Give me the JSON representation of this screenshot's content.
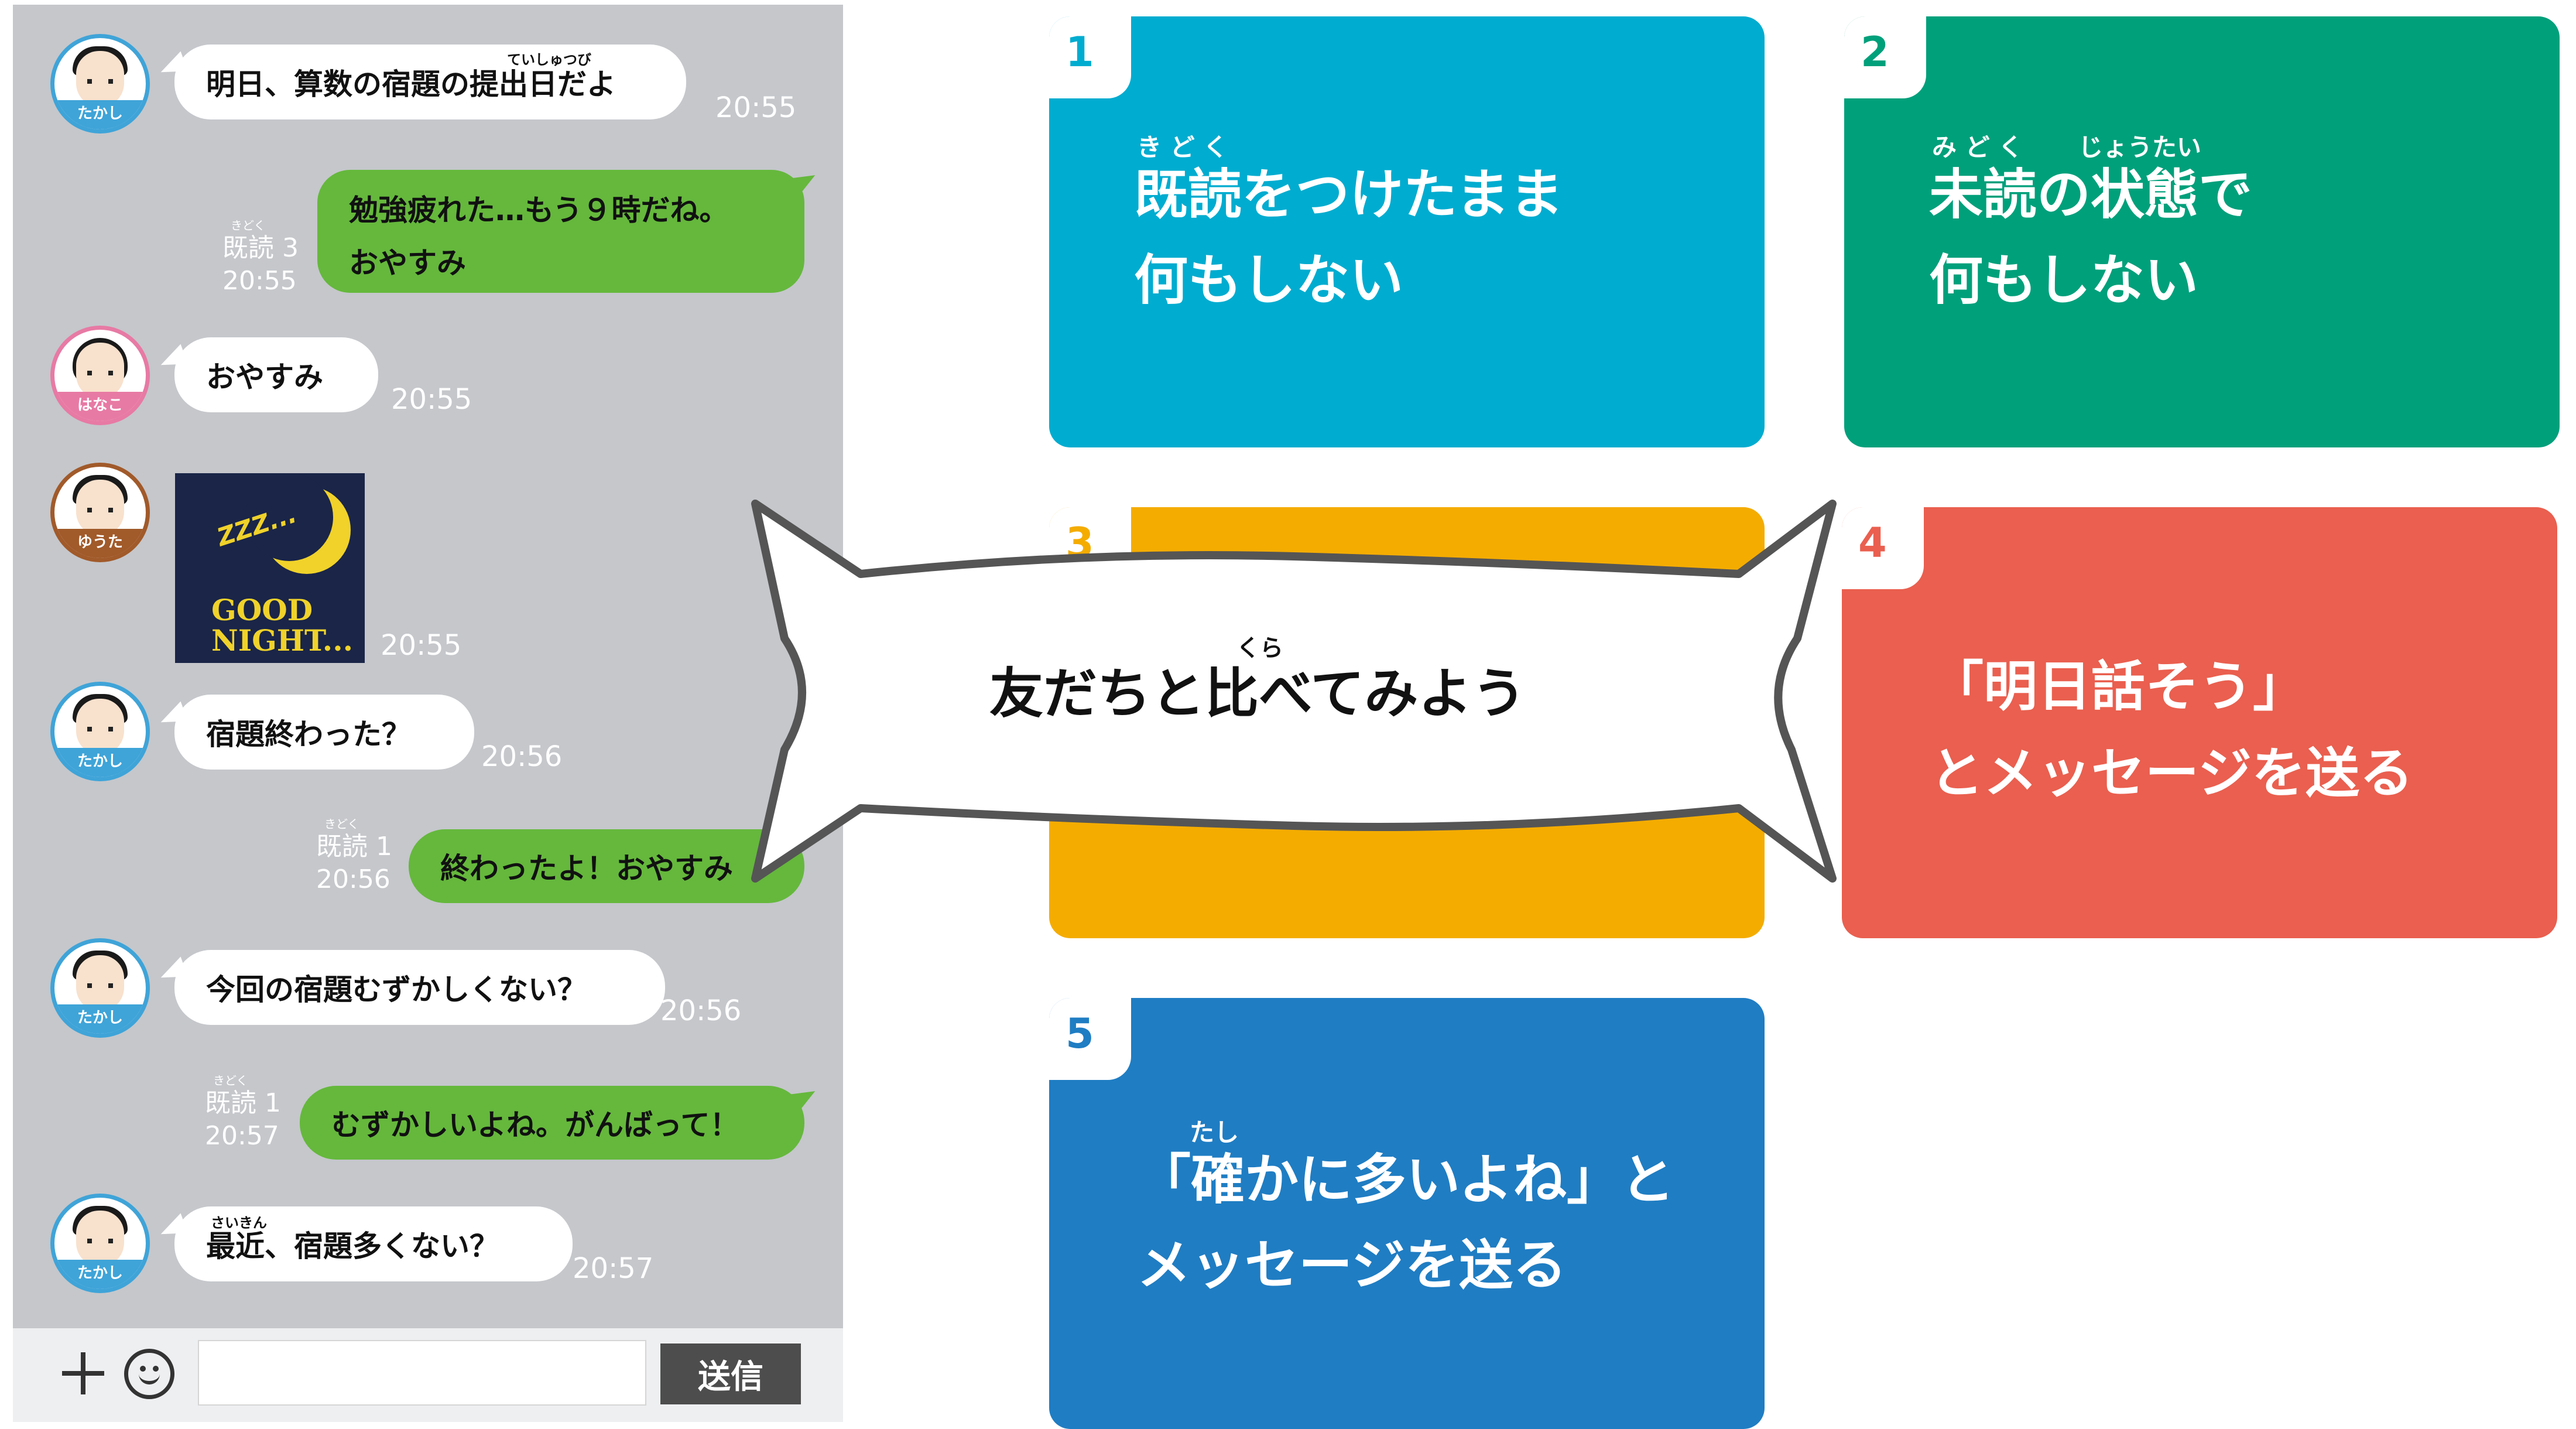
{
  "chat": {
    "messages": [
      {
        "sender": "たかし",
        "text": "明日、算数の宿題の提出日だよ",
        "ruby": "ていしゅつび",
        "time": "20:55"
      },
      {
        "self": true,
        "line1": "勉強疲れた…もう９時だね。",
        "line2": "おやすみ",
        "read_ruby": "きどく",
        "read": "既読 3",
        "time": "20:55"
      },
      {
        "sender": "はなこ",
        "text": "おやすみ",
        "time": "20:55"
      },
      {
        "sender": "ゆうた",
        "sticker": {
          "zzz": "ZZZ...",
          "line1": "GOOD",
          "line2": "NIGHT..."
        },
        "time": "20:55"
      },
      {
        "sender": "たかし",
        "text": "宿題終わった？",
        "time": "20:56"
      },
      {
        "self": true,
        "text": "終わったよ！おやすみ",
        "read_ruby": "きどく",
        "read": "既読 1",
        "time": "20:56"
      },
      {
        "sender": "たかし",
        "text": "今回の宿題むずかしくない？",
        "time": "20:56"
      },
      {
        "self": true,
        "text": "むずかしいよね。がんばって！",
        "read_ruby": "きどく",
        "read": "既読 1",
        "time": "20:57"
      },
      {
        "sender": "たかし",
        "text": "最近、宿題多くない？",
        "ruby": "さいきん",
        "time": "20:57"
      }
    ],
    "send_label": "送信"
  },
  "banner": {
    "text": "友だちと比べてみよう",
    "ruby": "くら"
  },
  "cards": [
    {
      "num": "1",
      "ruby1": "き ど く",
      "line1": "既読をつけたまま",
      "line2": "何もしない",
      "color": "#00acd0"
    },
    {
      "num": "2",
      "ruby1": "み ど く",
      "ruby2": "じょうたい",
      "line1": "未読の状態で",
      "line2": "何もしない",
      "color": "#00a07b"
    },
    {
      "num": "3",
      "color": "#f4ac00"
    },
    {
      "num": "4",
      "line1": "「明日話そう」",
      "line2": "とメッセージを送る",
      "color": "#ea5f4f"
    },
    {
      "num": "5",
      "ruby1": "たし",
      "line1": "「確かに多いよね」と",
      "line2": "メッセージを送る",
      "color": "#1f7dc3"
    }
  ]
}
